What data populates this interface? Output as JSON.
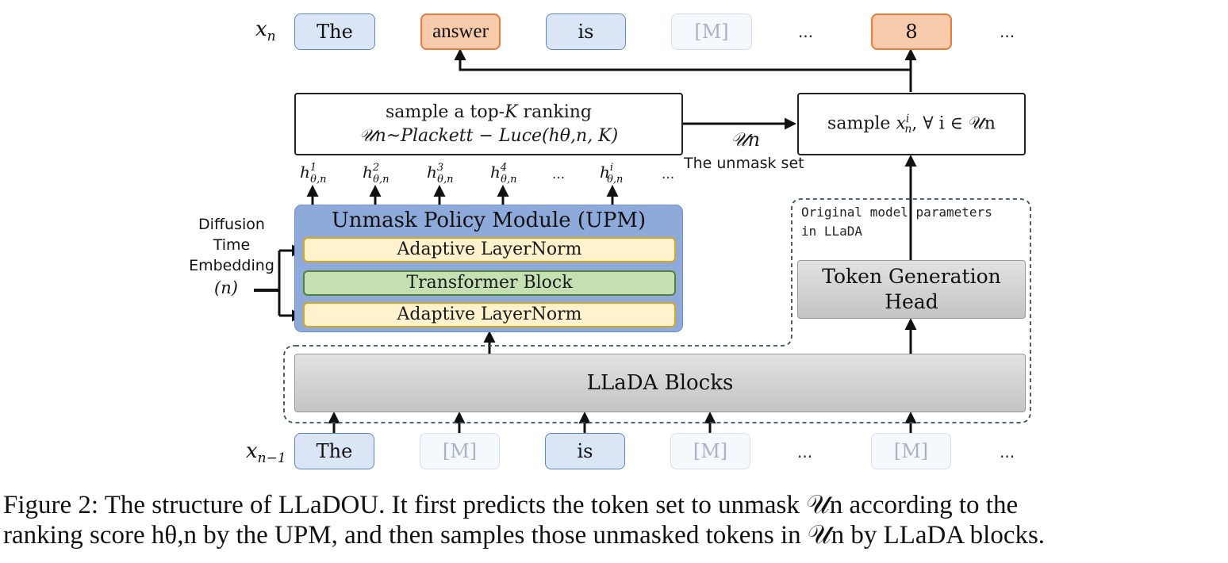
{
  "top_row": {
    "label_var": "x",
    "label_sub": "n",
    "tokens": [
      "The",
      "answer",
      "is",
      "[M]",
      "8"
    ],
    "ellipsis": [
      "...",
      "..."
    ]
  },
  "bottom_row": {
    "label_var": "x",
    "label_sub": "n−1",
    "tokens": [
      "The",
      "[M]",
      "is",
      "[M]",
      "[M]"
    ],
    "ellipsis": [
      "...",
      "..."
    ]
  },
  "ranking_box": {
    "line1_pre": "sample a top-",
    "line1_k": "K",
    "line1_post": " ranking",
    "line2": "𝒰n~Plackett − Luce(hθ,n, K)"
  },
  "sample_box": {
    "text_pre": "sample ",
    "text_math": "x",
    "text_sup": "i",
    "text_sub": "n",
    "text_post": ",  ∀ i ∈ 𝒰n"
  },
  "unmask_set": {
    "symbol": "𝒰n",
    "label": "The unmask set"
  },
  "h_labels": [
    {
      "sup": "1",
      "sub": "θ,n"
    },
    {
      "sup": "2",
      "sub": "θ,n"
    },
    {
      "sup": "3",
      "sub": "θ,n"
    },
    {
      "sup": "4",
      "sub": "θ,n"
    },
    {
      "sup": "i",
      "sub": "θ,n"
    }
  ],
  "h_ellipsis": [
    "...",
    "..."
  ],
  "upm": {
    "title": "Unmask Policy Module (UPM)",
    "layer1": "Adaptive LayerNorm",
    "layer2": "Transformer Block",
    "layer3": "Adaptive LayerNorm"
  },
  "diffusion": {
    "line1": "Diffusion",
    "line2": "Time",
    "line3": "Embedding",
    "line4": "(n)"
  },
  "original_params": {
    "line1": "Original model parameters",
    "line2": "in LLaDA"
  },
  "token_head": {
    "line1": "Token Generation",
    "line2": "Head"
  },
  "llada_blocks": {
    "label": "LLaDA Blocks"
  },
  "caption": {
    "line1": "Figure 2: The structure of LLaDOU. It first predicts the token set to unmask 𝒰n according to the",
    "line2": "ranking score hθ,n by the UPM, and then samples those unmasked tokens in 𝒰n by LLaDA blocks."
  },
  "colors": {
    "token_blue_fill": "#dae5f5",
    "token_blue_border": "#5b86c5",
    "token_orange_fill": "#f7cbac",
    "token_orange_border": "#ec7b35",
    "upm_fill": "#8eaadb",
    "layernorm_fill": "#fff2cc",
    "layernorm_border": "#d9a520",
    "transformer_fill": "#c6e0b4",
    "transformer_border": "#548235"
  }
}
